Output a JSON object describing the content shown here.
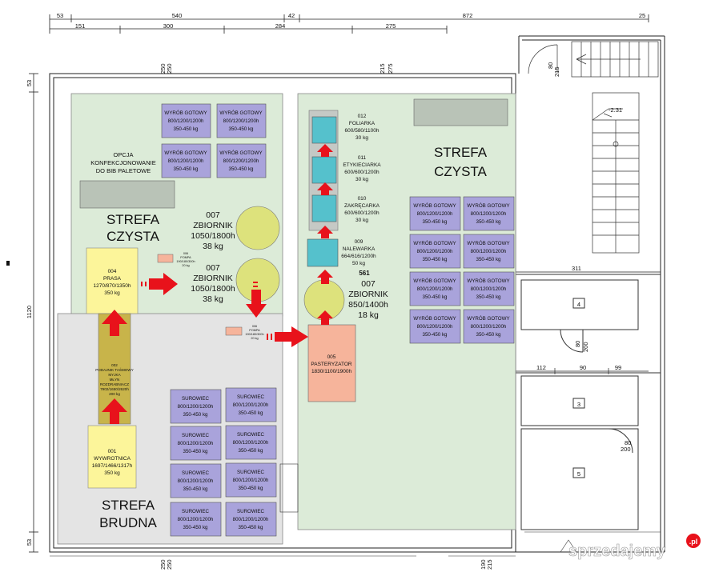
{
  "dimensions_top_row1": [
    "53",
    "540",
    "42",
    "872",
    "25"
  ],
  "dimensions_top_row2": [
    "151",
    "300",
    "284",
    "275"
  ],
  "dimensions_left": [
    "53",
    "1120",
    "53"
  ],
  "dimensions_misc": {
    "d250a": "250",
    "d250b": "250",
    "d215a": "215",
    "d275": "275",
    "d80a": "80",
    "d215b": "215",
    "d250c": "250",
    "d250d": "250",
    "d311": "311",
    "d561": "561",
    "d112": "112",
    "d90": "90",
    "d99": "99",
    "d80b": "80",
    "d200a": "200",
    "d80c": "80",
    "d200b": "200",
    "d190a": "190",
    "d215c": "215",
    "level": "-2.31"
  },
  "zones": {
    "clean_left": [
      "STREFA",
      "CZYSTA"
    ],
    "clean_right": [
      "STREFA",
      "CZYSTA"
    ],
    "dirty": [
      "STREFA",
      "BRUDNA"
    ]
  },
  "opcja_label": [
    "OPCJA",
    "KONFEKCJONOWANIE",
    "DO BIB PALETOWE"
  ],
  "wyrob_box": [
    "WYRÓB GOTOWY",
    "800/1200/1200h",
    "350-450 kg"
  ],
  "surowiec_box": [
    "SUROWIEC",
    "800/1200/1200h",
    "350-450 kg"
  ],
  "tanks": {
    "t1": [
      "007",
      "ZBIORNIK",
      "1050/1800h",
      "38 kg"
    ],
    "t2": [
      "007",
      "ZBIORNIK",
      "1050/1800h",
      "38 kg"
    ],
    "t3": [
      "007",
      "ZBIORNIK",
      "850/1400h",
      "18 kg"
    ]
  },
  "machines": {
    "foliarka": [
      "012",
      "FOLIARKA",
      "600/580/1100h",
      "30 kg"
    ],
    "etykieciarka": [
      "011",
      "ETYKIECIARKA",
      "600/600/1200h",
      "30 kg"
    ],
    "zakrecarka": [
      "010",
      "ZAKRĘCARKA",
      "600/600/1200h",
      "30 kg"
    ],
    "nalewarka": [
      "009",
      "NALEWARKA",
      "664/616/1200h",
      "50 kg"
    ],
    "prasa": [
      "004",
      "PRASA",
      "1270/870/1350h",
      "350 kg"
    ],
    "pasteryzator": [
      "005",
      "PASTERYZATOR",
      "1830/1100/1900h"
    ],
    "wywrotnica": [
      "001",
      "WYWROTNICA",
      "1697/1466/1317h",
      "350 kg"
    ],
    "podajnik": [
      "002",
      "PODAJNIK TAŚMOWY",
      "MYJKA",
      "MŁYN",
      "ROZDRABNIACZ",
      "7902/1650/2620h",
      "200 kg"
    ],
    "pompa1": [
      "006",
      "POMPA",
      "190/180/300h",
      "20 kg"
    ],
    "pompa2": [
      "006",
      "POMPA",
      "190/180/300h",
      "20 kg"
    ]
  },
  "rooms": [
    "4",
    "3",
    "5"
  ],
  "watermark": {
    "text": "sprzedajemy",
    "suffix": ".pl"
  },
  "colors": {
    "clean": "#dcebd8",
    "dirty": "#e4e4e4",
    "purple": "#a9a3db",
    "yellow": "#fcf59a",
    "salmon": "#f6b49b",
    "teal": "#55c1cc",
    "tank": "#dde27c",
    "arrow": "#e8121b",
    "conveyor": "#c8b44a"
  }
}
